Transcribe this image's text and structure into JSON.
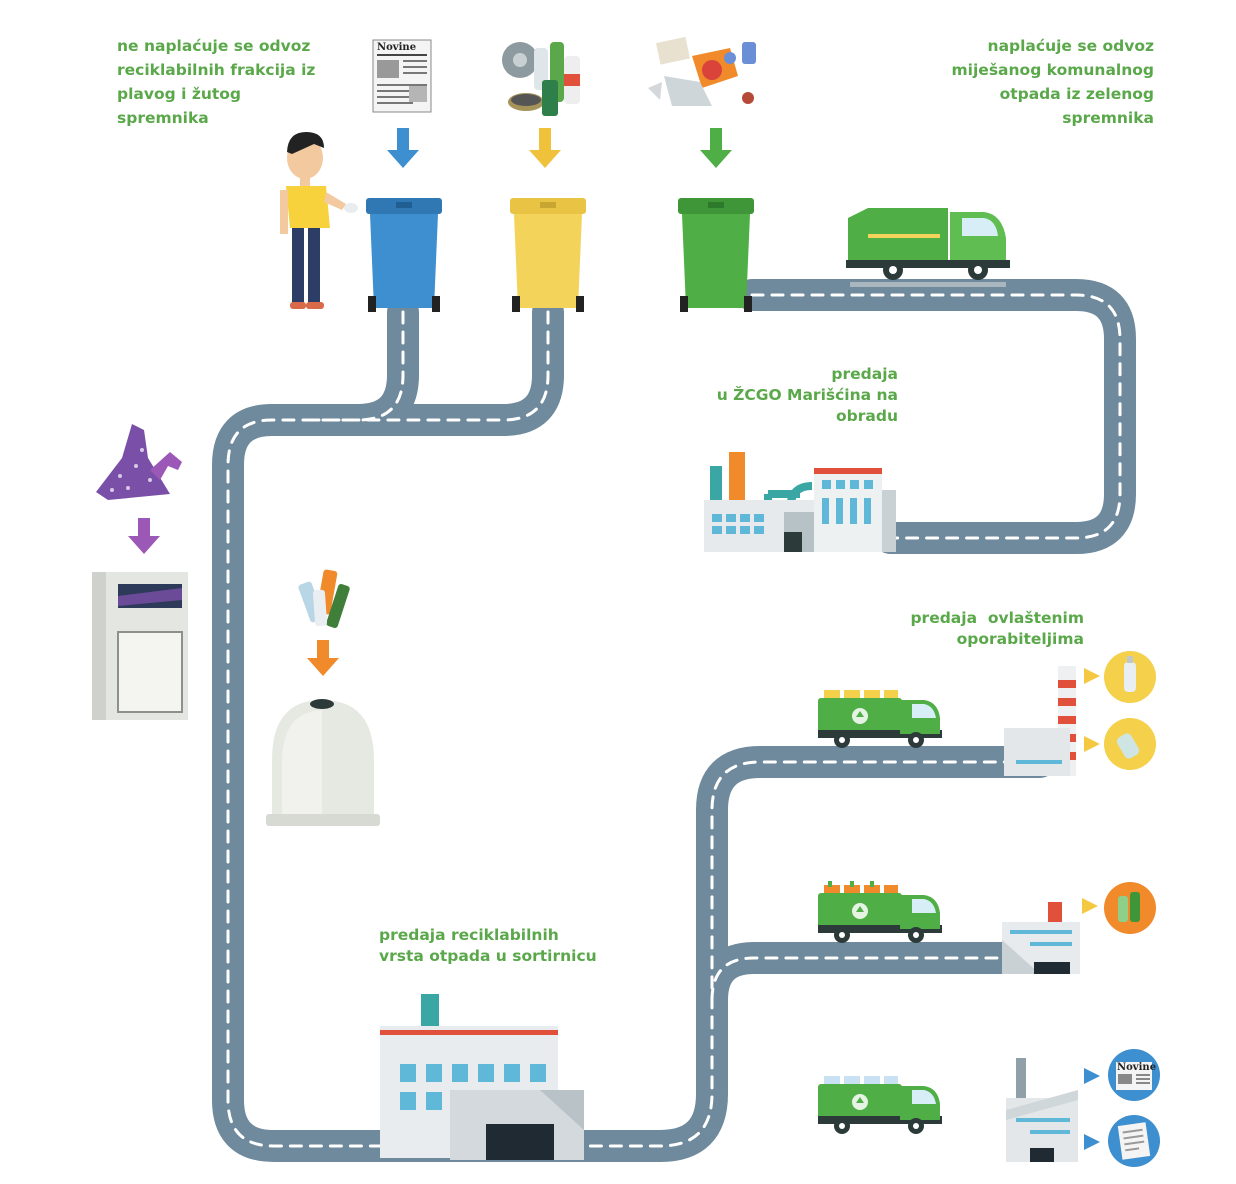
{
  "labels": {
    "free_collection": "ne naplaćuje se odvoz\nreciklabilnih frakcija iz\nplavog i žutog\nspremnika",
    "paid_collection": "naplaćuje se odvoz\nmiješanog komunalnog\notpada iz zelenog\nspremnika",
    "zcgo_handover": "predaja\nu ŽCGO Marišćina na\nobradu",
    "recyclers_handover": "predaja  ovlaštenim\noporabiteljima",
    "sorting_handover": "predaja reciklabilnih\nvrsta otpada u sortirnicu",
    "newspaper_masthead": "Novine",
    "newspaper_masthead_small": "Novine"
  },
  "colors": {
    "road": "#6f8a9c",
    "road_dash": "#ffffff",
    "label_green": "#5aa84a",
    "bin_blue": "#3d8fcf",
    "bin_yellow": "#f3d35a",
    "bin_green": "#4fae45",
    "arrow_blue": "#3d8fcf",
    "arrow_yellow": "#f0c23c",
    "arrow_green": "#4fae45",
    "arrow_orange": "#f08a2a",
    "arrow_purple": "#9c58b6",
    "truck_green": "#4fae45",
    "badge_yellow": "#f5d04a",
    "badge_orange": "#f08a2a",
    "badge_blue": "#3d8fcf"
  },
  "icons": [
    "newspaper-icon",
    "packaging-icon",
    "mixed-waste-icon",
    "person-icon",
    "blue-bin-icon",
    "yellow-bin-icon",
    "green-bin-icon",
    "garbage-truck-icon",
    "factory-icon",
    "clothes-icon",
    "clothing-container-icon",
    "glass-bottles-icon",
    "glass-igloo-icon",
    "sorting-plant-icon",
    "recycling-truck-icon",
    "plastic-bottle-badge-icon",
    "glass-bottle-badge-icon",
    "glass-bottles-badge-icon",
    "newspaper-badge-icon",
    "document-badge-icon"
  ]
}
